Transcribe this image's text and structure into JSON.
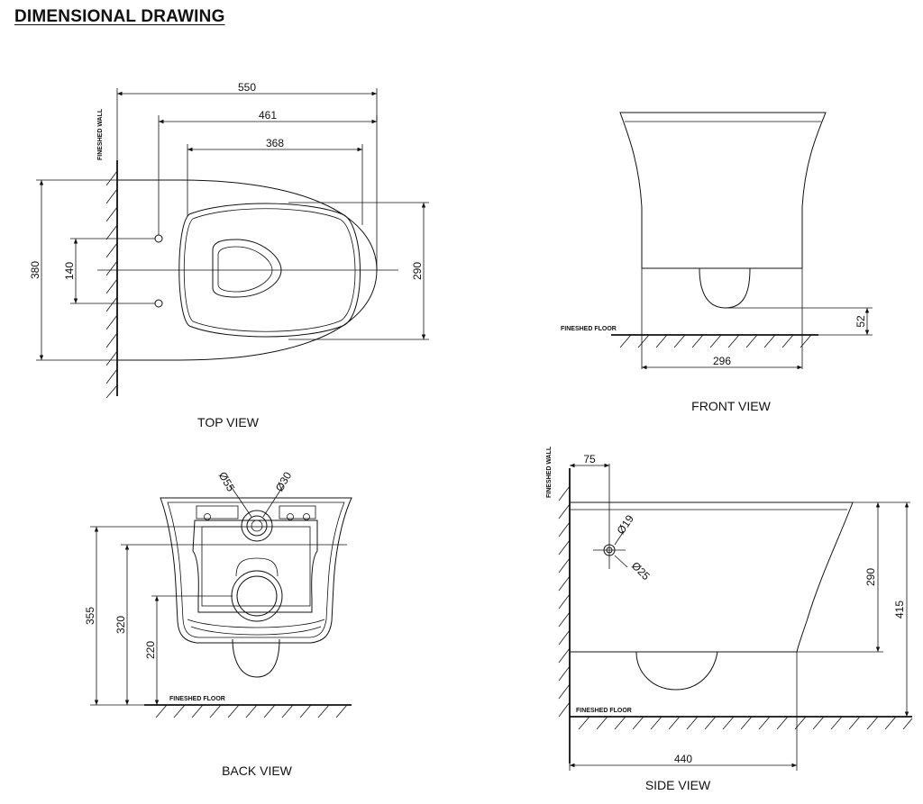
{
  "title": "DIMENSIONAL DRAWING",
  "top_view": {
    "caption": "TOP VIEW",
    "wall_label": "FINESHED WALL",
    "dims": {
      "d550": "550",
      "d461": "461",
      "d368": "368",
      "d380": "380",
      "d140": "140",
      "d290": "290"
    }
  },
  "front_view": {
    "caption": "FRONT VIEW",
    "floor_label": "FINESHED FLOOR",
    "dims": {
      "d52": "52",
      "d296": "296"
    }
  },
  "back_view": {
    "caption": "BACK VIEW",
    "floor_label": "FINESHED FLOOR",
    "dims": {
      "d355": "355",
      "d320": "320",
      "d220": "220",
      "o55": "Ø55",
      "o30": "Ø30"
    }
  },
  "side_view": {
    "caption": "SIDE VIEW",
    "wall_label": "FINESHED WALL",
    "floor_label": "FINESHED FLOOR",
    "dims": {
      "d75": "75",
      "o19": "Ø19",
      "o25": "Ø25",
      "d290": "290",
      "d415": "415",
      "d440": "440"
    }
  }
}
